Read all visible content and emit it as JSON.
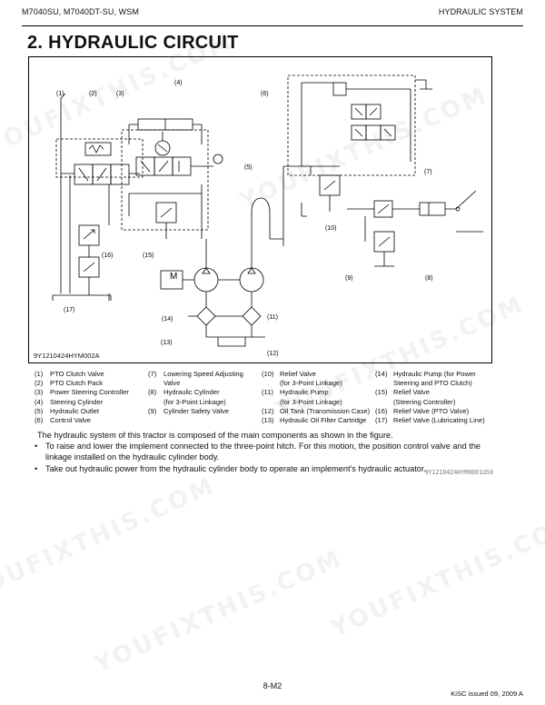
{
  "header": {
    "left": "M7040SU, M7040DT-SU, WSM",
    "right": "HYDRAULIC SYSTEM"
  },
  "title": "2.  HYDRAULIC CIRCUIT",
  "diagram": {
    "callouts": [
      "(1)",
      "(2)",
      "(3)",
      "(4)",
      "(5)",
      "(6)",
      "(7)",
      "(8)",
      "(9)",
      "(10)",
      "(11)",
      "(12)",
      "(13)",
      "(14)",
      "(15)",
      "(16)",
      "(17)"
    ],
    "code": "9Y1210424HYM002A",
    "pump_letter": "M"
  },
  "legend": {
    "col1": [
      {
        "num": "(1)",
        "text": "PTO Clutch Valve"
      },
      {
        "num": "(2)",
        "text": "PTO Clutch Pack"
      },
      {
        "num": "(3)",
        "text": "Power Steering Controller"
      },
      {
        "num": "(4)",
        "text": "Steering Cylinder"
      },
      {
        "num": "(5)",
        "text": "Hydraulic Outlet"
      },
      {
        "num": "(6)",
        "text": "Control Valve"
      }
    ],
    "col2": [
      {
        "num": "(7)",
        "text": "Lowering Speed Adjusting"
      },
      {
        "num": "",
        "text": "Valve"
      },
      {
        "num": "(8)",
        "text": "Hydraulic Cylinder"
      },
      {
        "num": "",
        "text": "(for 3-Point Linkage)"
      },
      {
        "num": "(9)",
        "text": "Cylinder Safety Valve"
      }
    ],
    "col3": [
      {
        "num": "(10)",
        "text": "Relief Valve"
      },
      {
        "num": "",
        "text": "(for 3-Point Linkage)"
      },
      {
        "num": "(11)",
        "text": "Hydraulic Pump"
      },
      {
        "num": "",
        "text": "(for 3-Point Linkage)"
      },
      {
        "num": "(12)",
        "text": "Oil Tank (Transmission Case)"
      },
      {
        "num": "(13)",
        "text": "Hydraulic Oil Filter Cartridge"
      }
    ],
    "col4": [
      {
        "num": "(14)",
        "text": "Hydraulic Pump (for Power"
      },
      {
        "num": "",
        "text": "Steering and PTO Clutch)"
      },
      {
        "num": "(15)",
        "text": "Relief Valve"
      },
      {
        "num": "",
        "text": "(Steering Controller)"
      },
      {
        "num": "(16)",
        "text": "Relief Valve (PTO Valve)"
      },
      {
        "num": "(17)",
        "text": "Relief Valve (Lubricating Line)"
      }
    ]
  },
  "notes": {
    "intro": "The hydraulic system of this tractor is composed of the main components as shown in the figure.",
    "bullet": "•",
    "items": [
      "To raise and lower the implement connected to the three-point hitch. For this motion, the position control valve and the linkage installed on the hydraulic cylinder body.",
      "Take out hydraulic power from the hydraulic cylinder body to operate an implement's hydraulic actuator."
    ],
    "code": "9Y1210424HYM0001US0"
  },
  "footer": {
    "page": "8-M2",
    "issue": "KiSC issued 09, 2009 A"
  },
  "watermark": "YOUFIXTHIS.COM"
}
